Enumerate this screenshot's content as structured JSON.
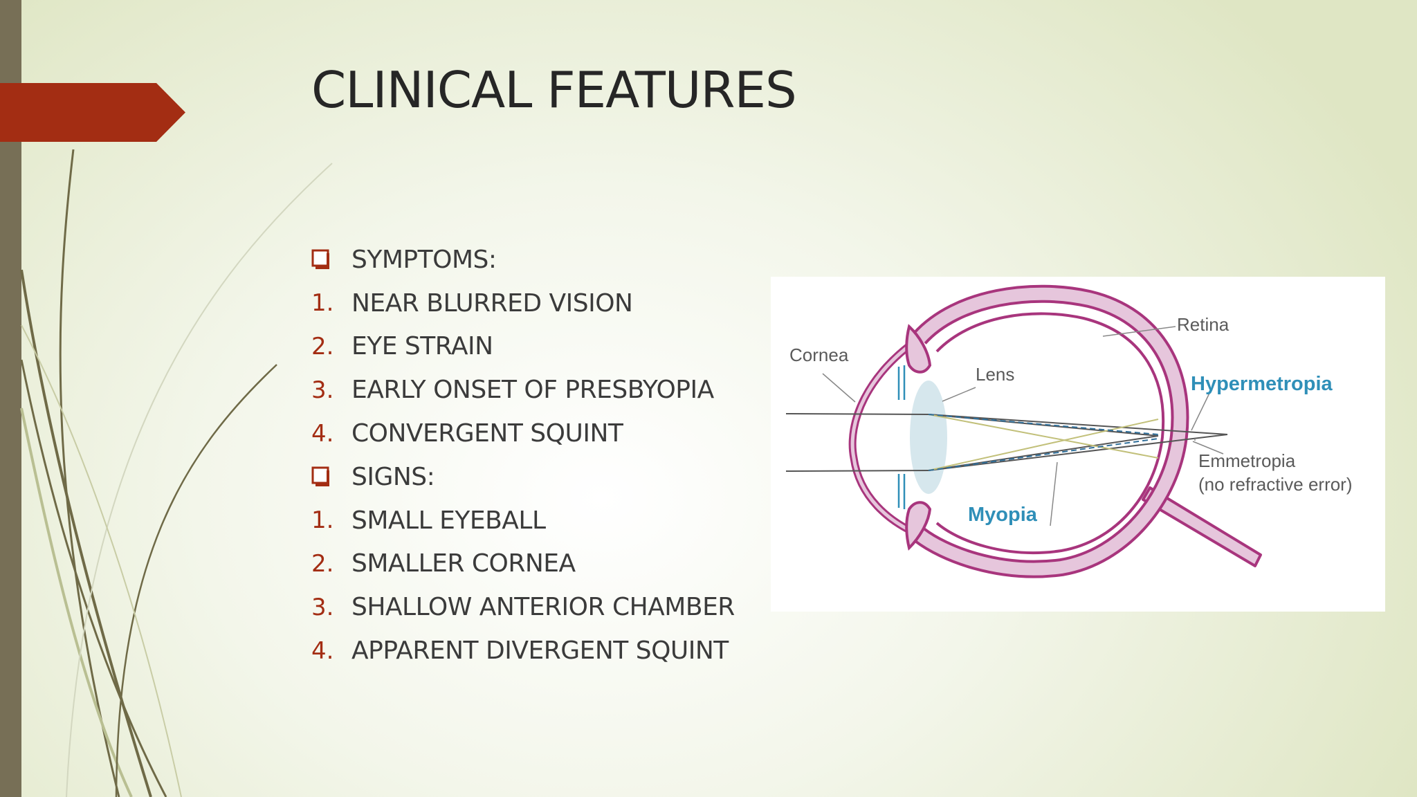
{
  "slide": {
    "title": "CLINICAL FEATURES",
    "items": [
      {
        "marker": "",
        "marker_icon": "checkbox-square-icon",
        "text": "SYMPTOMS:"
      },
      {
        "marker": "1.",
        "text": "NEAR BLURRED VISION"
      },
      {
        "marker": "2.",
        "text": "EYE STRAIN"
      },
      {
        "marker": "3.",
        "text": "EARLY ONSET OF PRESBYOPIA"
      },
      {
        "marker": "4.",
        "text": "CONVERGENT SQUINT"
      },
      {
        "marker": "",
        "marker_icon": "checkbox-square-icon",
        "text": "SIGNS:"
      },
      {
        "marker": "1.",
        "text": "SMALL EYEBALL"
      },
      {
        "marker": "2.",
        "text": "SMALLER CORNEA"
      },
      {
        "marker": "3.",
        "text": "SHALLOW ANTERIOR CHAMBER"
      },
      {
        "marker": "4.",
        "text": "APPARENT DIVERGENT SQUINT"
      }
    ]
  },
  "diagram": {
    "labels": {
      "cornea": "Cornea",
      "lens": "Lens",
      "retina": "Retina",
      "hypermetropia": "Hypermetropia",
      "emmetropia_line1": "Emmetropia",
      "emmetropia_line2": "(no refractive error)",
      "myopia": "Myopia"
    }
  },
  "colors": {
    "accent": "#a32d13",
    "left_bar": "#776f56",
    "title_text": "#262626",
    "body_text": "#3b3b3b",
    "eye_outline": "#a8357d",
    "eye_fill": "#e6c6dc",
    "label_blue": "#2f8fb8"
  }
}
